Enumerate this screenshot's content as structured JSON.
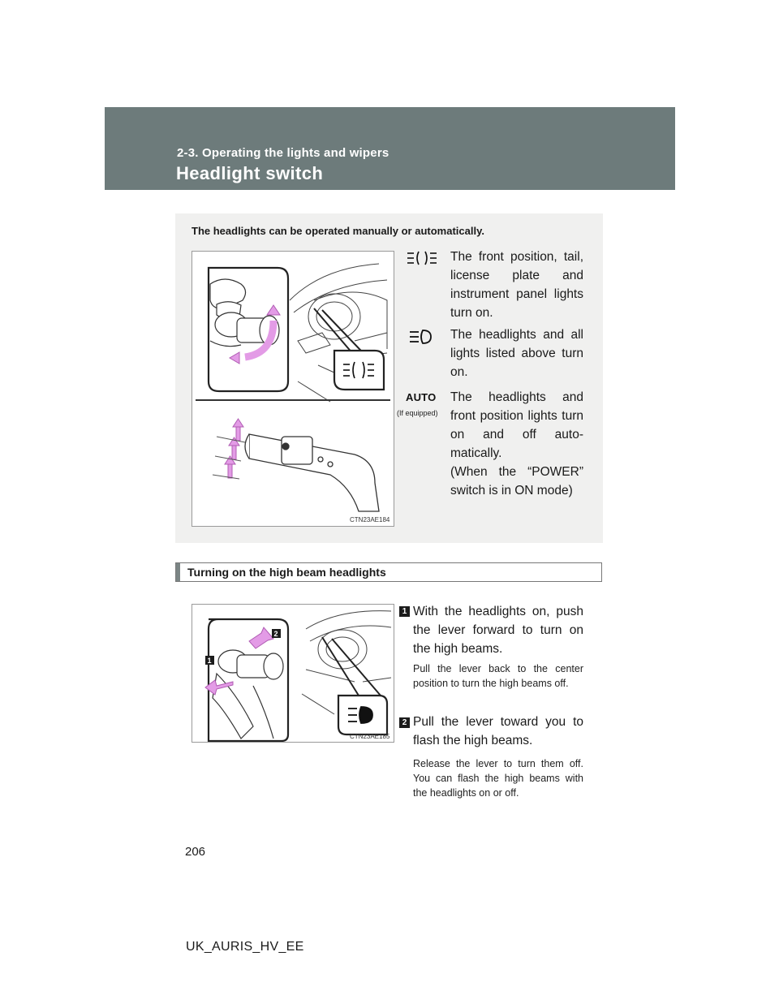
{
  "header": {
    "section": "2-3. Operating the lights and wipers",
    "title": "Headlight switch"
  },
  "intro": {
    "text": "The headlights can be operated manually or automatically.",
    "figure_code": "CTN23AE184",
    "modes": [
      {
        "icon": "position-lights-icon",
        "text": "The front position, tail, license plate and instrument panel lights turn on."
      },
      {
        "icon": "headlight-icon",
        "text": "The headlights and all lights listed above turn on."
      },
      {
        "icon": "auto-icon",
        "icon_label": "AUTO",
        "icon_note": "(If equipped)",
        "text": "The headlights and front position lights turn on and off auto-matically.",
        "text_extra": "(When the “POWER” switch is in ON mode)"
      }
    ]
  },
  "high_beam": {
    "heading": "Turning on the high beam headlights",
    "figure_code": "CTN23AE185",
    "steps": [
      {
        "badge": "1",
        "text": "With the headlights on, push the lever forward to turn on the high beams.",
        "note": "Pull the lever back to the center position to turn the high beams off."
      },
      {
        "badge": "2",
        "text": "Pull the lever toward you to flash the high beams.",
        "note": "Release the lever to turn them off. You can flash the high beams with the headlights on or off."
      }
    ]
  },
  "page_number": "206",
  "footer_code": "UK_AURIS_HV_EE",
  "colors": {
    "header_bg": "#6d7b7b",
    "intro_bg": "#f0f0ef",
    "arrow_pink": "#e39be6"
  }
}
